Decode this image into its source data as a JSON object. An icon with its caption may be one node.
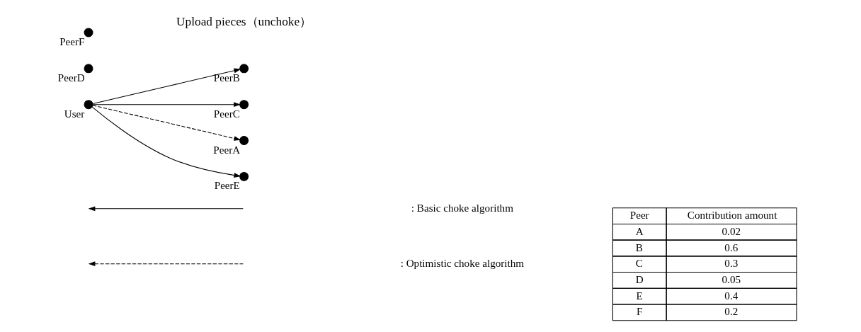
{
  "diagram": {
    "nodes": [
      {
        "text": [],
        "shape": "circle",
        "beside": [
          "PeerB"
        ]
      },
      {
        "text": [],
        "shape": "circle",
        "beside": [
          "PeerC"
        ]
      },
      {
        "text": [],
        "shape": "circle",
        "beside": [
          "PeerD"
        ]
      },
      {
        "text": [],
        "shape": "circle",
        "beside": [
          "PeerA"
        ]
      },
      {
        "text": [],
        "shape": "circle",
        "beside": [
          "User"
        ]
      },
      {
        "text": [],
        "shape": "circle",
        "beside": [
          "PeerF"
        ]
      },
      {
        "text": [],
        "shape": "circle",
        "beside": [
          "PeerE"
        ]
      }
    ],
    "edges": [
      {
        "from": 4,
        "to": 0,
        "arrow": "to"
      },
      {
        "from": 4,
        "to": 1,
        "arrow": "to"
      },
      {
        "from": 4,
        "to": 3,
        "arrow": "to",
        "style": "dashed"
      },
      {
        "from": 4,
        "to": 6,
        "arrow": "to"
      }
    ],
    "labels": [
      "Upload pieces（unchoke）",
      "Peer",
      "Contribution amount",
      "A",
      "0.02",
      "B",
      "0.6",
      "C",
      "0.3",
      "D",
      "0.05",
      "E",
      "0.4",
      "F",
      "0.2"
    ],
    "legend": [
      {
        "text": ": Basic choke algorithm"
      },
      {
        "text": ": Optimistic choke algorithm"
      }
    ]
  }
}
